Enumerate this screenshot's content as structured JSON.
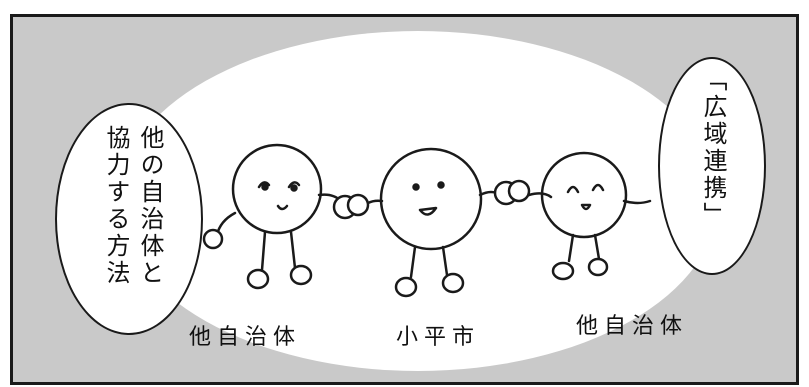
{
  "speech_left": "他の自治体と協力する方法",
  "speech_left_lines": [
    "他の自治体と",
    "協力する方法"
  ],
  "speech_right": "「広域連携」",
  "labels": {
    "left_figure": "他自治体",
    "center_figure": "小平市",
    "right_figure": "他自治体"
  },
  "colors": {
    "background": "#c9c9c9",
    "spotlight": "#ffffff",
    "ink": "#1a1a1a"
  }
}
